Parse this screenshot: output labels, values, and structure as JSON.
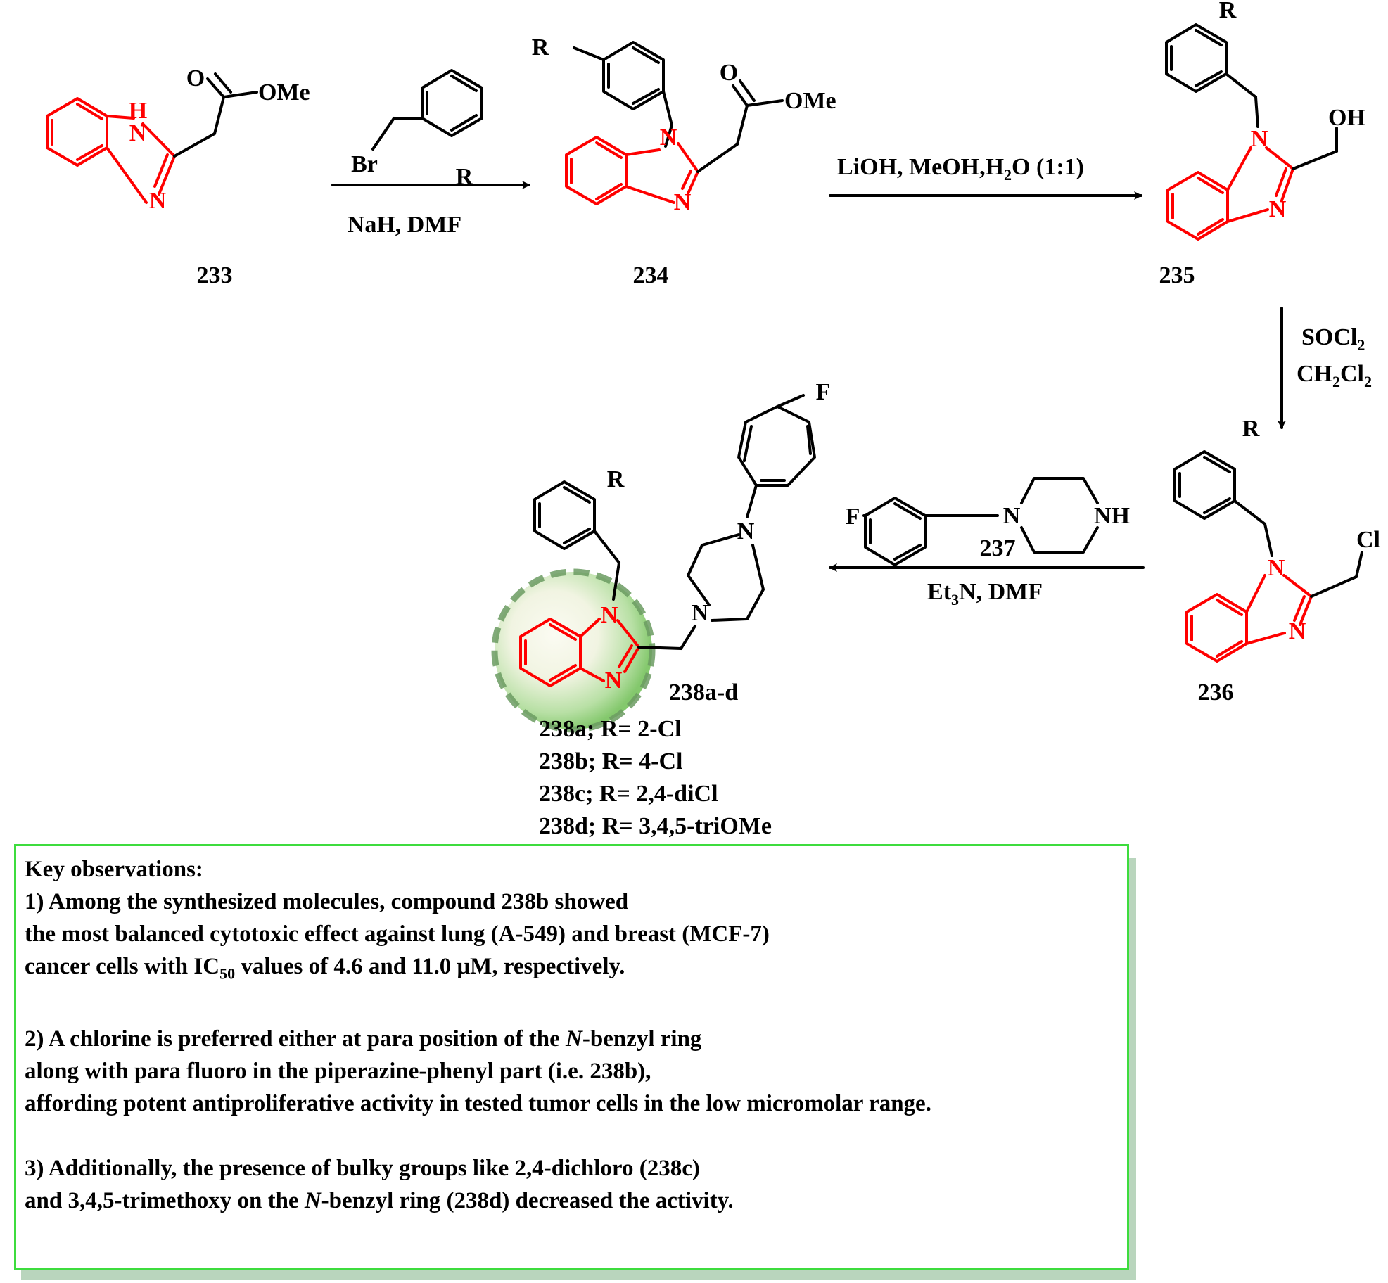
{
  "compounds": {
    "c233": "233",
    "c234": "234",
    "c235": "235",
    "c236": "236",
    "c237": "237",
    "c238": "238a-d"
  },
  "atoms": {
    "H": "H",
    "N": "N",
    "O": "O",
    "OMe": "OMe",
    "OH": "OH",
    "Cl": "Cl",
    "R": "R",
    "Br": "Br",
    "F": "F",
    "NH": "NH"
  },
  "conditions": {
    "step1": "NaH, DMF",
    "step2_a": "LiOH, MeOH,H",
    "step2_sub": "2",
    "step2_b": "O (1:1)",
    "step3_line1_a": "SOCl",
    "step3_line1_sub": "2",
    "step3_line2_a": "CH",
    "step3_line2_sub1": "2",
    "step3_line2_b": "Cl",
    "step3_line2_sub2": "2",
    "step4_a": "Et",
    "step4_sub": "3",
    "step4_b": "N, DMF"
  },
  "variants": [
    "238a; R= 2-Cl",
    "238b; R= 4-Cl",
    "238c; R= 2,4-diCl",
    "238d; R= 3,4,5-triOMe"
  ],
  "observations": {
    "title": "Key observations:",
    "p1_l1": "1) Among the synthesized molecules, compound 238b showed",
    "p1_l2": "the most balanced cytotoxic effect against lung (A-549) and breast (MCF-7)",
    "p1_l3_a": "cancer cells with IC",
    "p1_l3_sub": "50",
    "p1_l3_b": " values of 4.6 and 11.0 μM, respectively.",
    "p2_l1_a": "2) A chlorine is preferred either at para position of the ",
    "p2_l1_it": "N",
    "p2_l1_b": "-benzyl ring",
    "p2_l2": "along with para fluoro in the piperazine-phenyl part (i.e. 238b),",
    "p2_l3": "affording potent antiproliferative activity in tested tumor cells in the low micromolar range.",
    "p3_l1": "3) Additionally, the presence of bulky groups like 2,4-dichloro (238c)",
    "p3_l2_a": "and 3,4,5-trimethoxy on the ",
    "p3_l2_it": "N",
    "p3_l2_b": "-benzyl ring (238d) decreased the activity."
  },
  "colors": {
    "core": "#ff0000",
    "box_border": "#3ddc3d",
    "box_shadow": "#b9d5bd",
    "highlight": "#8fcf7a"
  }
}
